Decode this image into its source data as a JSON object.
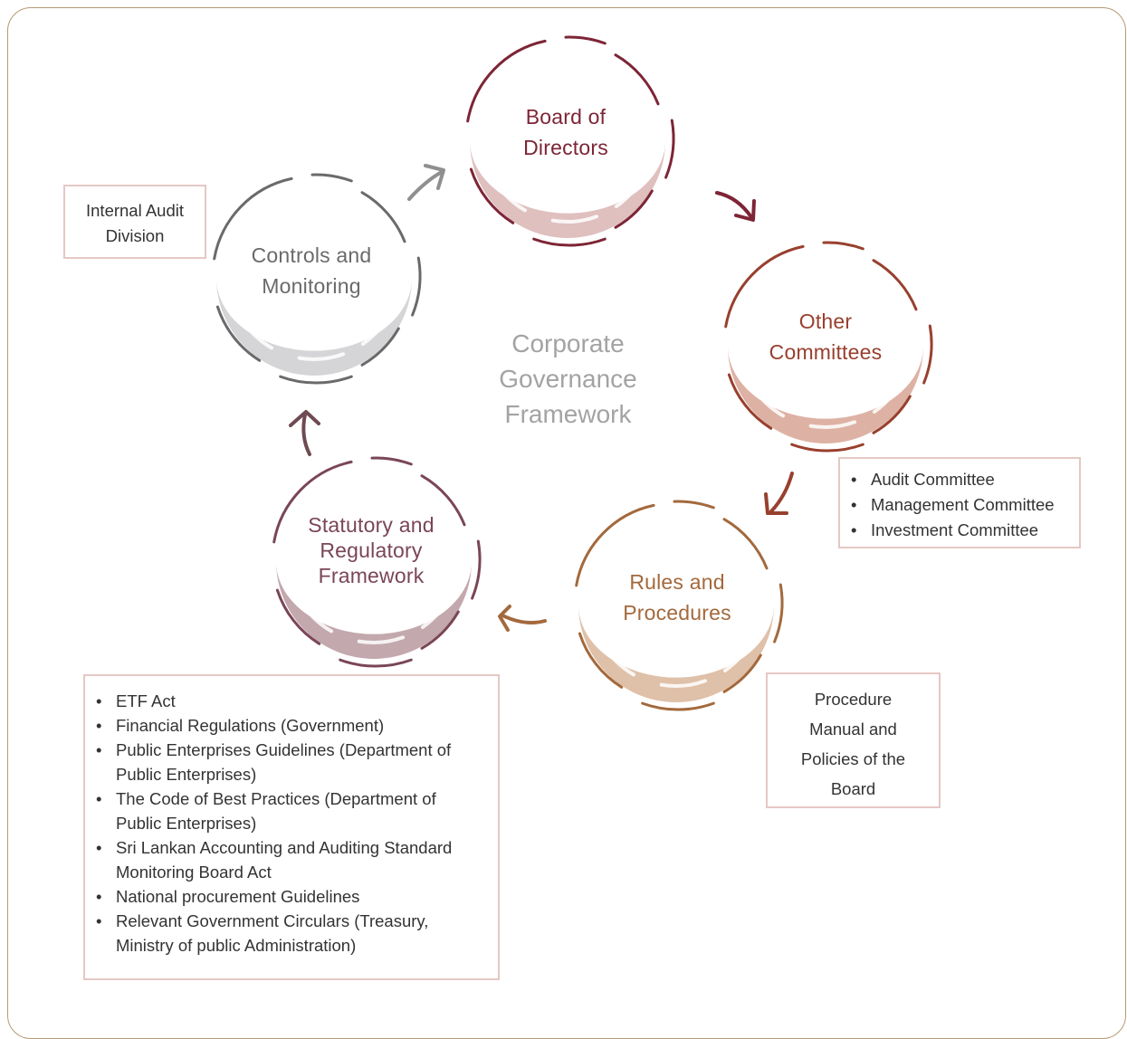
{
  "center_title": [
    "Corporate",
    "Governance",
    "Framework"
  ],
  "nodes": {
    "board": {
      "label": [
        "Board of",
        "Directors"
      ],
      "color": "#7d2536",
      "fill": "#dfc0bf"
    },
    "committees": {
      "label": [
        "Other",
        "Committees"
      ],
      "color": "#98402e",
      "fill": "#ddb2a4"
    },
    "rules": {
      "label": [
        "Rules and",
        "Procedures"
      ],
      "color": "#a3693c",
      "fill": "#dfc0a8"
    },
    "statutory": {
      "label": [
        "Statutory and",
        "Regulatory",
        "Framework"
      ],
      "color": "#7a4656",
      "fill": "#c3a8ae"
    },
    "controls": {
      "label": [
        "Controls and",
        "Monitoring"
      ],
      "color": "#6a6a6a",
      "fill": "#d5d5d8"
    }
  },
  "boxes": {
    "internal_audit": [
      "Internal Audit",
      "Division"
    ],
    "committees_list": [
      "Audit Committee",
      "Management Committee",
      "Investment Committee"
    ],
    "procedure": [
      "Procedure",
      "Manual and",
      "Policies of the",
      "Board"
    ],
    "statutory_list": [
      "ETF Act",
      "Financial Regulations (Government)",
      "Public Enterprises Guidelines (Department of Public Enterprises)",
      "The Code of Best Practices (Department of Public Enterprises)",
      "Sri Lankan Accounting and Auditing Standard Monitoring Board Act",
      "National procurement Guidelines",
      "Relevant Government Circulars (Treasury, Ministry of public Administration)"
    ]
  },
  "colors": {
    "frame": "#b59a72",
    "box_border": "#e4c8c4",
    "center_text": "#a3a3a3"
  }
}
